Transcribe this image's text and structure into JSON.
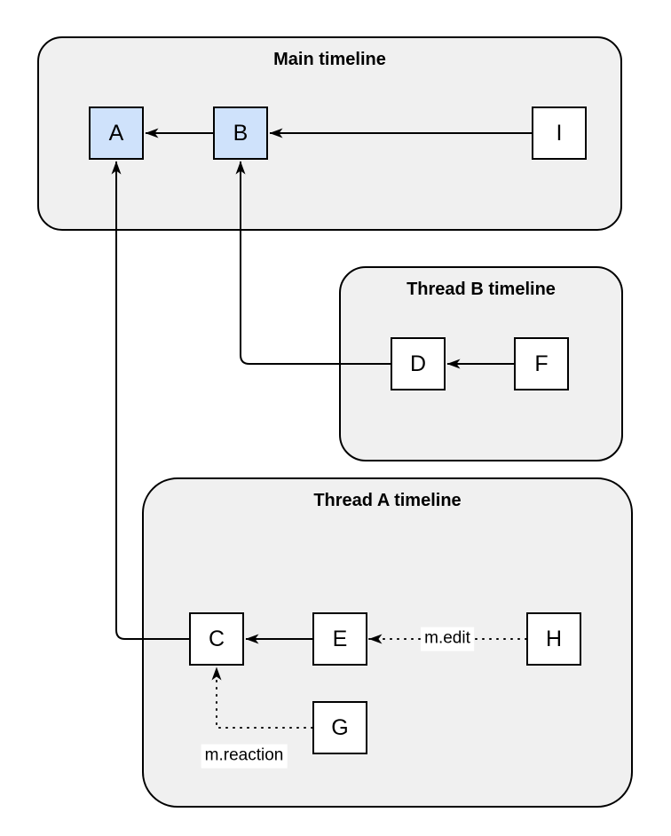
{
  "diagram": {
    "containers": [
      {
        "id": "main",
        "title": "Main timeline"
      },
      {
        "id": "thread_b",
        "title": "Thread B timeline"
      },
      {
        "id": "thread_a",
        "title": "Thread A timeline"
      }
    ],
    "nodes": [
      {
        "id": "A",
        "label": "A",
        "container": "main",
        "highlighted": true
      },
      {
        "id": "B",
        "label": "B",
        "container": "main",
        "highlighted": true
      },
      {
        "id": "I",
        "label": "I",
        "container": "main",
        "highlighted": false
      },
      {
        "id": "D",
        "label": "D",
        "container": "thread_b",
        "highlighted": false
      },
      {
        "id": "F",
        "label": "F",
        "container": "thread_b",
        "highlighted": false
      },
      {
        "id": "C",
        "label": "C",
        "container": "thread_a",
        "highlighted": false
      },
      {
        "id": "E",
        "label": "E",
        "container": "thread_a",
        "highlighted": false
      },
      {
        "id": "H",
        "label": "H",
        "container": "thread_a",
        "highlighted": false
      },
      {
        "id": "G",
        "label": "G",
        "container": "thread_a",
        "highlighted": false
      }
    ],
    "edges": [
      {
        "from": "B",
        "to": "A",
        "style": "solid",
        "label": ""
      },
      {
        "from": "I",
        "to": "B",
        "style": "solid",
        "label": ""
      },
      {
        "from": "F",
        "to": "D",
        "style": "solid",
        "label": ""
      },
      {
        "from": "E",
        "to": "C",
        "style": "solid",
        "label": ""
      },
      {
        "from": "D",
        "to": "B",
        "style": "solid",
        "label": ""
      },
      {
        "from": "C",
        "to": "A",
        "style": "solid",
        "label": ""
      },
      {
        "from": "H",
        "to": "E",
        "style": "dotted",
        "label": "m.edit"
      },
      {
        "from": "G",
        "to": "C",
        "style": "dotted",
        "label": "m.reaction"
      }
    ],
    "colors": {
      "container_fill": "#f0f0f0",
      "container_border": "#000000",
      "node_fill": "#ffffff",
      "node_highlight_fill": "#cfe2fb",
      "node_border": "#000000",
      "edge_stroke": "#000000",
      "edge_label_background": "#ffffff",
      "page_background": "#ffffff"
    }
  }
}
